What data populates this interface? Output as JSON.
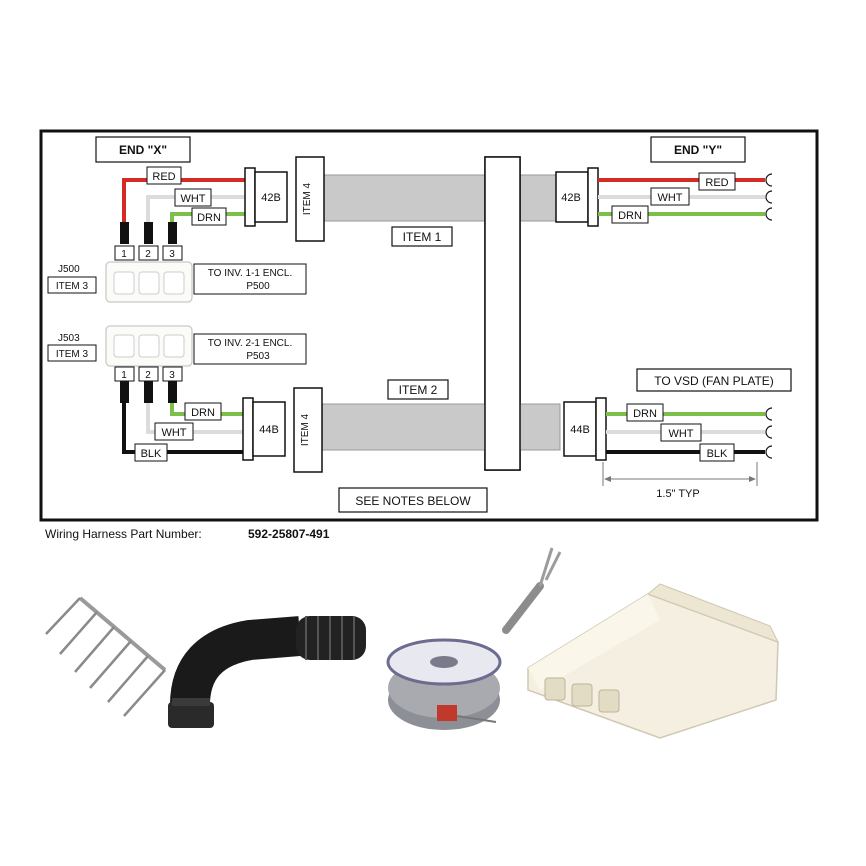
{
  "diagram": {
    "end_x_label": "END \"X\"",
    "end_y_label": "END \"Y\"",
    "wires_top_left": [
      "RED",
      "WHT",
      "DRN"
    ],
    "wires_top_right": [
      "RED",
      "WHT",
      "DRN"
    ],
    "wires_bottom_left": [
      "DRN",
      "WHT",
      "BLK"
    ],
    "wires_bottom_right": [
      "DRN",
      "WHT",
      "BLK"
    ],
    "pins": [
      "1",
      "2",
      "3"
    ],
    "backshell_top": "42B",
    "backshell_bottom": "44B",
    "item4_label": "ITEM 4",
    "item1_label": "ITEM 1",
    "item2_label": "ITEM 2",
    "j500": "J500",
    "j503": "J503",
    "item3_label": "ITEM 3",
    "to_p500_line1": "TO INV. 1-1 ENCL.",
    "to_p500_line2": "P500",
    "to_p503_line1": "TO INV. 2-1 ENCL.",
    "to_p503_line2": "P503",
    "to_vsd": "TO VSD (FAN PLATE)",
    "dimension": "1.5\" TYP",
    "notes": "SEE NOTES BELOW"
  },
  "part_number": {
    "label": "Wiring Harness Part Number:",
    "value": "592-25807-491"
  },
  "colors": {
    "red": "#d42b25",
    "white": "#dcdcdc",
    "drain": "#7cc04a",
    "black": "#111111",
    "cable": "#c9c9c9"
  },
  "photos": [
    "crimp-pins",
    "conduit-elbow",
    "wire-spool",
    "crimp-terminal",
    "connector-housing"
  ]
}
